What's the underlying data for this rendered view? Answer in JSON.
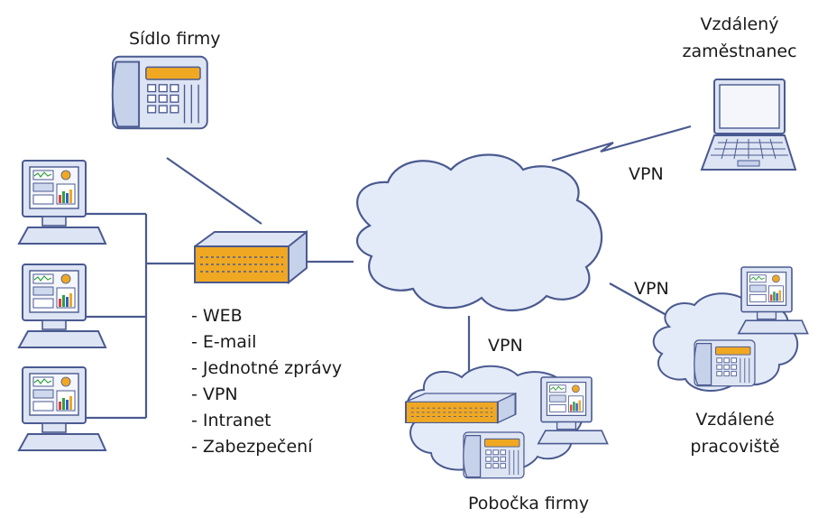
{
  "labels": {
    "headquarters": "Sídlo firmy",
    "remote_employee_line1": "Vzdálený",
    "remote_employee_line2": "zaměstnanec",
    "remote_sites_line1": "Vzdálené",
    "remote_sites_line2": "pracoviště",
    "branch": "Pobočka firmy",
    "vpn_laptop": "VPN",
    "vpn_remote_sites": "VPN",
    "vpn_branch": "VPN"
  },
  "services": [
    "- WEB",
    "- E-mail",
    "- Jednotné zprávy",
    "- VPN",
    "- Intranet",
    "- Zabezpečení"
  ],
  "colors": {
    "line": "#4a5a90",
    "cloud_fill": "#e4ebf8",
    "device_fill": "#dde4f3",
    "accent_orange": "#f0a823"
  }
}
